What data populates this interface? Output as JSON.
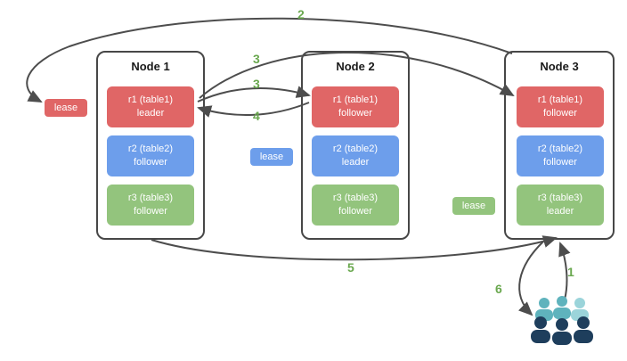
{
  "nodes": [
    {
      "title": "Node 1",
      "replicas": [
        {
          "name": "r1 (table1)",
          "role": "leader",
          "color": "red"
        },
        {
          "name": "r2 (table2)",
          "role": "follower",
          "color": "blue"
        },
        {
          "name": "r3 (table3)",
          "role": "follower",
          "color": "green"
        }
      ]
    },
    {
      "title": "Node 2",
      "replicas": [
        {
          "name": "r1 (table1)",
          "role": "follower",
          "color": "red"
        },
        {
          "name": "r2 (table2)",
          "role": "leader",
          "color": "blue"
        },
        {
          "name": "r3 (table3)",
          "role": "follower",
          "color": "green"
        }
      ]
    },
    {
      "title": "Node 3",
      "replicas": [
        {
          "name": "r1 (table1)",
          "role": "follower",
          "color": "red"
        },
        {
          "name": "r2 (table2)",
          "role": "follower",
          "color": "blue"
        },
        {
          "name": "r3 (table3)",
          "role": "leader",
          "color": "green"
        }
      ]
    }
  ],
  "leases": [
    {
      "label": "lease",
      "color": "red"
    },
    {
      "label": "lease",
      "color": "blue"
    },
    {
      "label": "lease",
      "color": "green"
    }
  ],
  "steps": {
    "s1": "1",
    "s2": "2",
    "s3a": "3",
    "s3b": "3",
    "s4": "4",
    "s5": "5",
    "s6": "6"
  },
  "colors": {
    "replica_red": "#e06666",
    "replica_blue": "#6d9eeb",
    "replica_green": "#93c47d",
    "arrow": "#4d4d4d",
    "step_number": "#6aa84f",
    "node_border": "#474747",
    "users_teal": "#5fb3bd",
    "users_light_teal": "#9bd4da",
    "users_navy": "#1e3e5c"
  },
  "icons": {
    "users": "users-icon"
  }
}
